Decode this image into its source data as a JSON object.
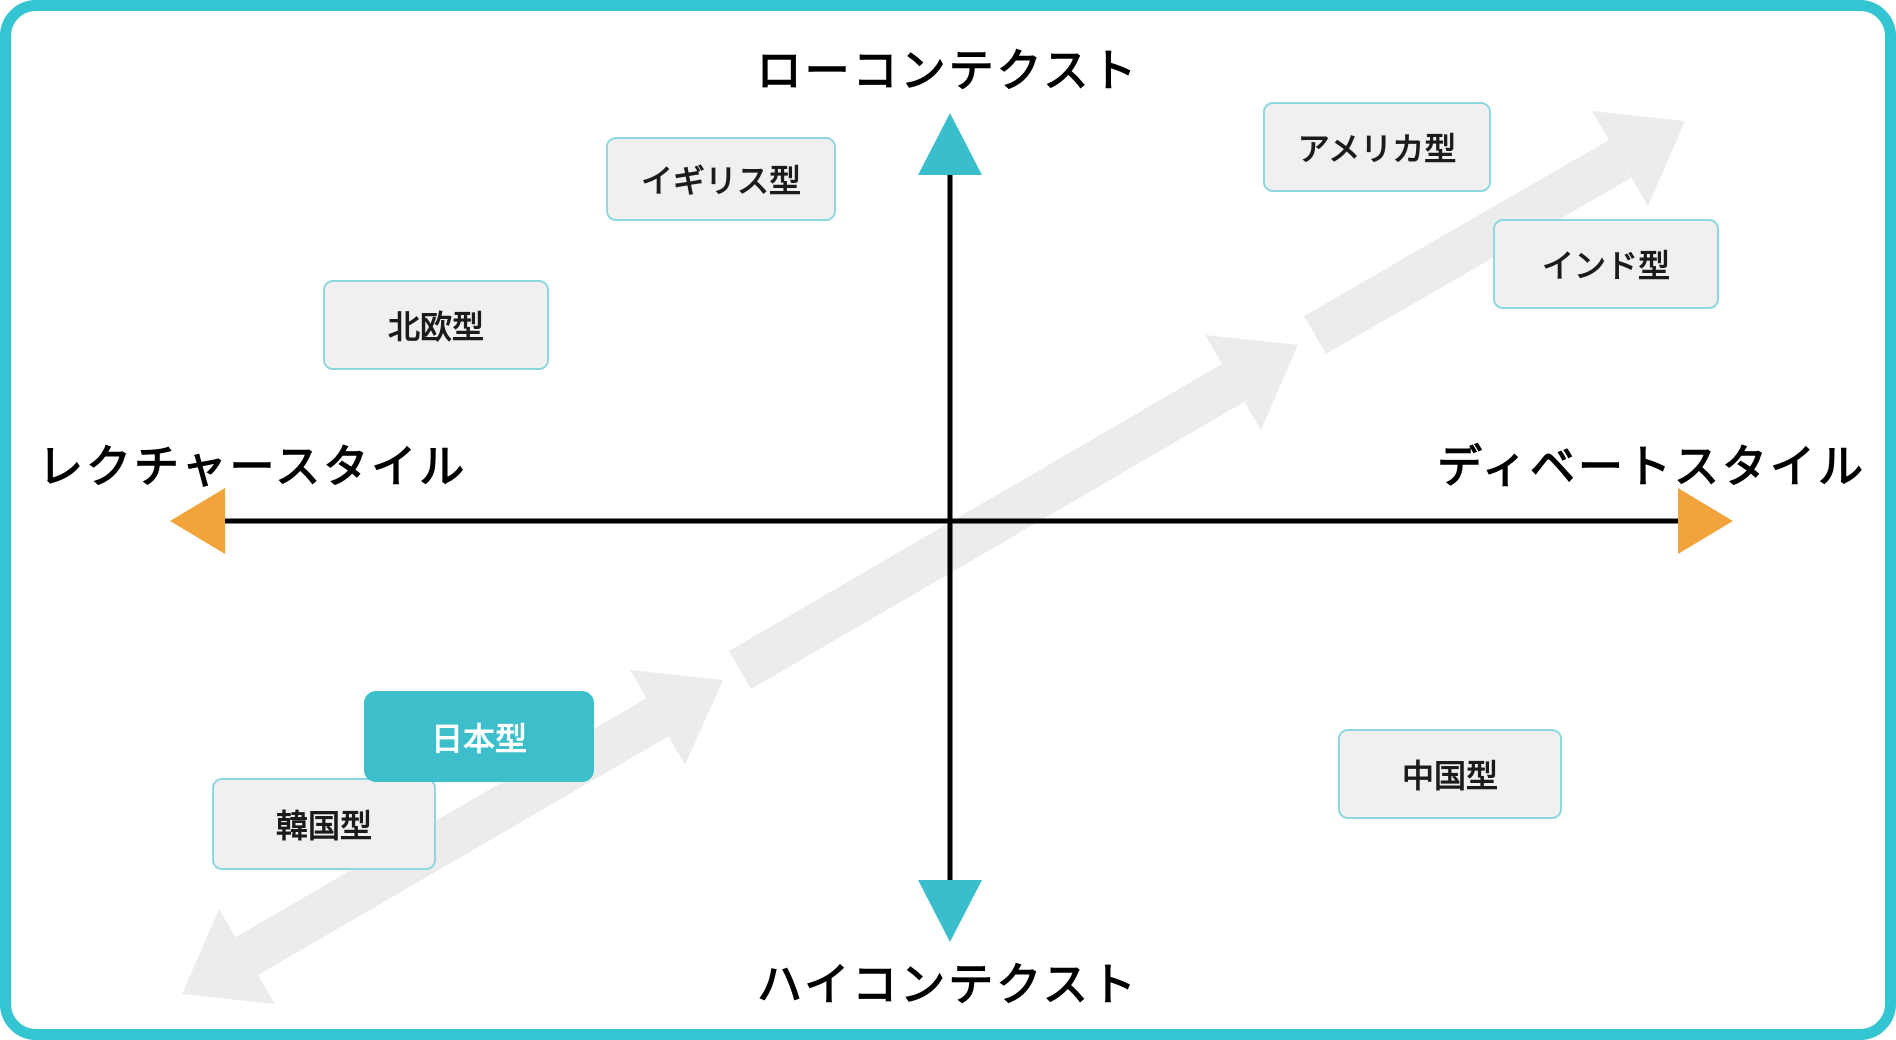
{
  "axes": {
    "top_label": "ローコンテクスト",
    "bottom_label": "ハイコンテクスト",
    "left_label": "レクチャースタイル",
    "right_label": "ディベートスタイル"
  },
  "boxes": [
    {
      "label": "イギリス型",
      "highlighted": false
    },
    {
      "label": "北欧型",
      "highlighted": false
    },
    {
      "label": "アメリカ型",
      "highlighted": false
    },
    {
      "label": "インド型",
      "highlighted": false
    },
    {
      "label": "日本型",
      "highlighted": true
    },
    {
      "label": "韓国型",
      "highlighted": false
    },
    {
      "label": "中国型",
      "highlighted": false
    }
  ],
  "colors": {
    "frame_border": "#33C5D2",
    "horizontal_axis_arrow": "#F2A33C",
    "vertical_axis_arrow": "#3BBECC",
    "diagonal_arrow": "#ECECEC",
    "box_background": "#F0F0F0",
    "box_border": "#8FD7E0",
    "highlight_box_background": "#3CBECB",
    "axis_line": "#000000"
  }
}
